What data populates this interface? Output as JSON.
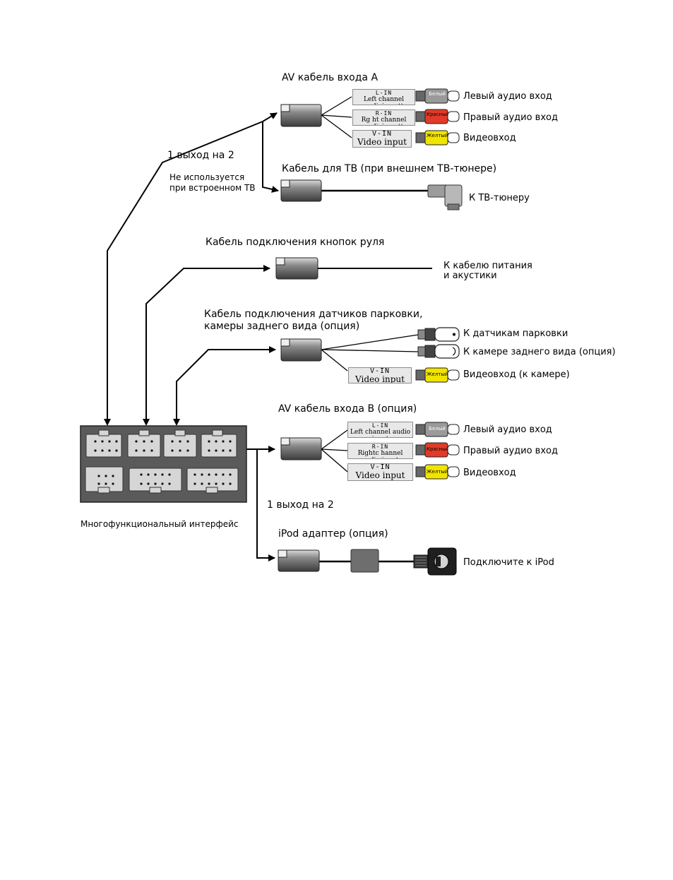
{
  "groups": {
    "av_a": {
      "title": "AV кабель входа A",
      "rows": [
        {
          "code": "L-IN",
          "desc": "Left channel audioi nputt",
          "plug": "Белый",
          "plug_color": "#9a9a9a",
          "text": "Левый аудио вход"
        },
        {
          "code": "R-IN",
          "desc": "Rg ht channel audioi nputt",
          "plug": "Красный",
          "plug_color": "#e23a2a",
          "text": "Правый аудио вход"
        },
        {
          "code": "V-IN",
          "desc": "Video input",
          "plug": "Желтый",
          "plug_color": "#f1e400",
          "text": "Видеовход"
        }
      ]
    },
    "tv": {
      "title": "Кабель для ТВ (при внешнем ТВ-тюнере)",
      "end_label": "К ТВ-тюнеру"
    },
    "split_top": {
      "label": "1 выход на 2",
      "note_line1": "Не используется",
      "note_line2": "при встроенном ТВ"
    },
    "steering": {
      "title": "Кабель подключения кнопок руля",
      "end_line1": "К кабелю питания",
      "end_line2": "и акустики"
    },
    "parking": {
      "title_line1": "Кабель подключения датчиков парковки,",
      "title_line2": "камеры заднего вида (опция)",
      "rows": [
        {
          "text": "К датчикам парковки"
        },
        {
          "text": "К камере заднего вида (опция)"
        },
        {
          "code": "V-IN",
          "desc": "Video input",
          "plug": "Желтый",
          "plug_color": "#f1e400",
          "text": "Видеовход (к камере)"
        }
      ]
    },
    "av_b": {
      "title": "AV кабель входа B (опция)",
      "rows": [
        {
          "code": "L-IN",
          "desc": "Left channel audio input",
          "plug": "Белый",
          "plug_color": "#9a9a9a",
          "text": "Левый аудио вход"
        },
        {
          "code": "R-IN",
          "desc": "Rightc hannel audio input",
          "plug": "Красный",
          "plug_color": "#e23a2a",
          "text": "Правый аудио вход"
        },
        {
          "code": "V-IN",
          "desc": "Video input",
          "plug": "Желтый",
          "plug_color": "#f1e400",
          "text": "Видеовход"
        }
      ]
    },
    "split_bottom": {
      "label": "1 выход на 2"
    },
    "ipod": {
      "title": "iPod адаптер (опция)",
      "end_label": "Подключите к iPod"
    },
    "interface": {
      "caption": "Многофункциональный интерфейс"
    }
  },
  "colors": {
    "line": "#000000",
    "connector": "#6b6b6b",
    "panel": "#5a5a5a",
    "socket": "#d6d6d6"
  }
}
